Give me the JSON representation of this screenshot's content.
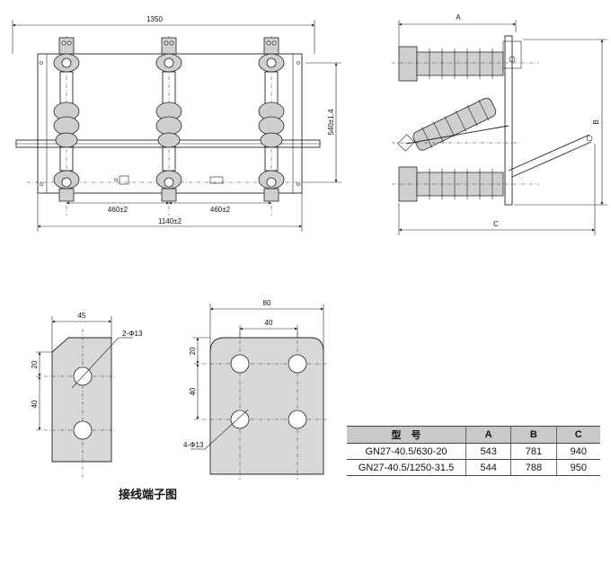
{
  "front_view": {
    "dims": {
      "overall_width": "1350",
      "pole_pitch_left": "460±2",
      "pole_pitch_right": "460±2",
      "frame_width": "1140±2",
      "height": "540±1.4"
    }
  },
  "side_view": {
    "dims": {
      "a": "A",
      "b": "B",
      "c": "C"
    }
  },
  "terminal_single": {
    "dims": {
      "width": "45",
      "hole_spec": "2-Φ13",
      "top_offset": "20",
      "hole_spacing": "40"
    }
  },
  "terminal_quad": {
    "dims": {
      "width": "80",
      "hole_spacing_h": "40",
      "top_offset": "20",
      "hole_spacing_v": "40",
      "hole_spec": "4-Φ13"
    }
  },
  "caption": "接线端子图",
  "table": {
    "headers": [
      "型　号",
      "A",
      "B",
      "C"
    ],
    "rows": [
      {
        "model": "GN27-40.5/630-20",
        "a": "543",
        "b": "781",
        "c": "940"
      },
      {
        "model": "GN27-40.5/1250-31.5",
        "a": "544",
        "b": "788",
        "c": "950"
      }
    ]
  }
}
